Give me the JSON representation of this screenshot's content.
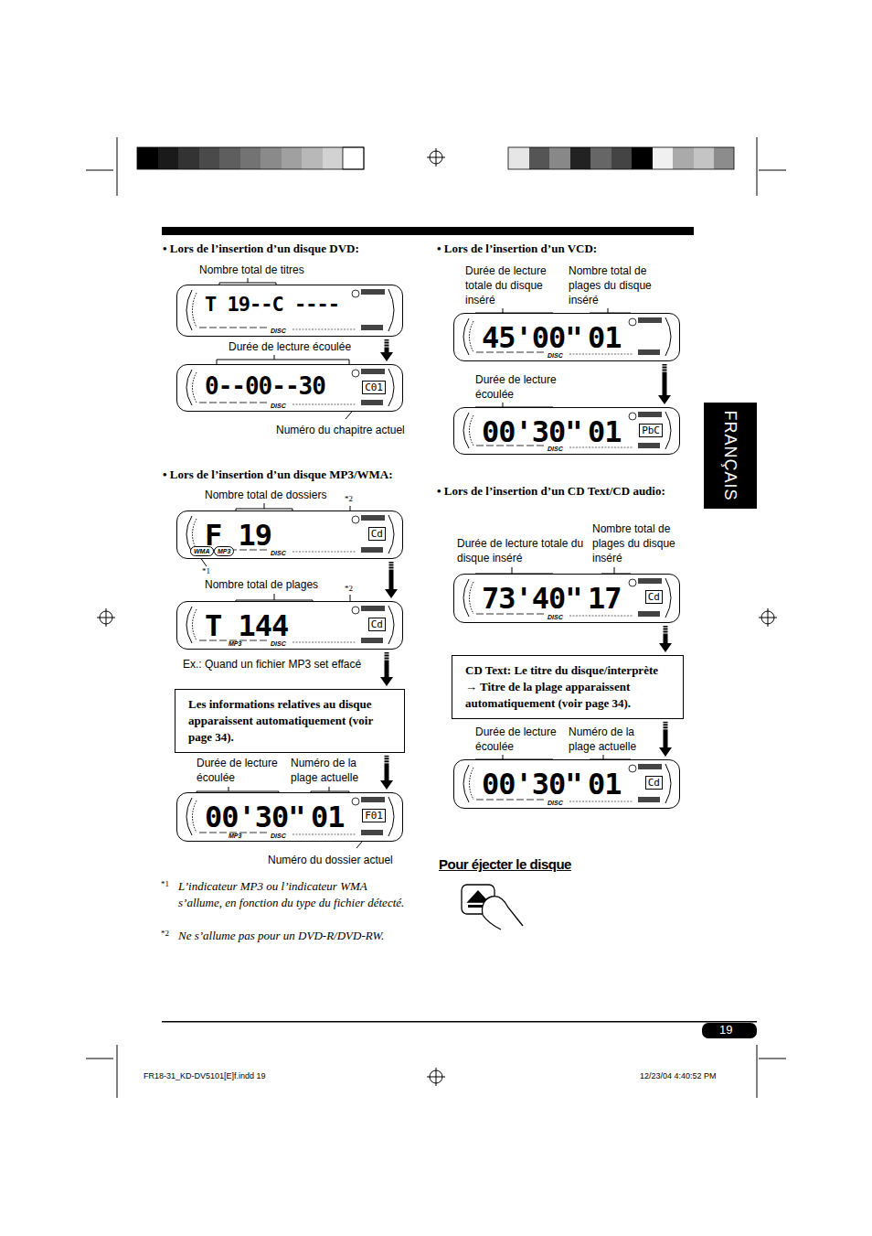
{
  "diagram": {
    "nodes": [
      {
        "text": [
          "T 19--C ----",
          "DISC"
        ]
      },
      {
        "text": [
          "0--00--30",
          "C01",
          "DISC"
        ]
      },
      {
        "text": [
          "F 19",
          "Cd",
          "WMA",
          "MP3",
          "DISC"
        ]
      },
      {
        "text": [
          "T 144",
          "Cd",
          "MP3",
          "DISC"
        ]
      },
      {
        "text": [
          "Les informations relatives au disque apparaissent automatiquement (voir page 34)."
        ]
      },
      {
        "text": [
          "00'30\"",
          "01",
          "F01",
          "MP3",
          "DISC"
        ]
      },
      {
        "text": [
          "45'00\"",
          "01",
          "DISC"
        ]
      },
      {
        "text": [
          "00'30\"",
          "01",
          "PbC",
          "DISC"
        ]
      },
      {
        "text": [
          "73'40\"",
          "17",
          "Cd",
          "DISC"
        ]
      },
      {
        "text": [
          "CD Text: Le titre du disque/interprète → Titre de la plage apparaissent automatiquement (voir page 34)."
        ]
      },
      {
        "text": [
          "00'30\"",
          "01",
          "Cd",
          "DISC"
        ]
      }
    ],
    "edges": [
      {
        "from": 0,
        "to": 1,
        "arrow": "to"
      },
      {
        "from": 2,
        "to": 3,
        "arrow": "to"
      },
      {
        "from": 3,
        "to": 4,
        "arrow": "to"
      },
      {
        "from": 4,
        "to": 5,
        "arrow": "to"
      },
      {
        "from": 6,
        "to": 7,
        "arrow": "to"
      },
      {
        "from": 8,
        "to": 9,
        "arrow": "to"
      },
      {
        "from": 9,
        "to": 10,
        "arrow": "to"
      }
    ],
    "labels": [
      "• Lors de l’insertion d’un disque DVD:",
      "Nombre total de titres",
      "Durée de lecture écoulée",
      "Numéro du chapitre actuel",
      "• Lors de l’insertion d’un disque MP3/WMA:",
      "Nombre total de dossiers",
      "*2",
      "*1",
      "Nombre total de plages",
      "*2",
      "Ex.: Quand un fichier MP3 set effacé",
      "Durée de lecture écoulée",
      "Numéro de la plage actuelle",
      "Numéro du dossier actuel",
      "*1",
      "L’indicateur MP3 ou l’indicateur WMA s’allume, en fonction du type du fichier détecté.",
      "*2",
      "Ne s’allume pas pour un DVD-R/DVD-RW.",
      "• Lors de l’insertion d’un VCD:",
      "Durée de lecture totale du disque inséré",
      "Nombre total de plages du disque inséré",
      "Durée de lecture écoulée",
      "• Lors de l’insertion d’un CD Text/CD audio:",
      "Durée de lecture totale du disque inséré",
      "Nombre total de plages du disque inséré",
      "Durée de lecture écoulée",
      "Numéro de la plage actuelle",
      "Pour éjecter le disque",
      "FRANÇAIS",
      "19",
      "FR18-31_KD-DV5101[E]f.indd   19",
      "12/23/04   4:40:52 PM"
    ]
  }
}
